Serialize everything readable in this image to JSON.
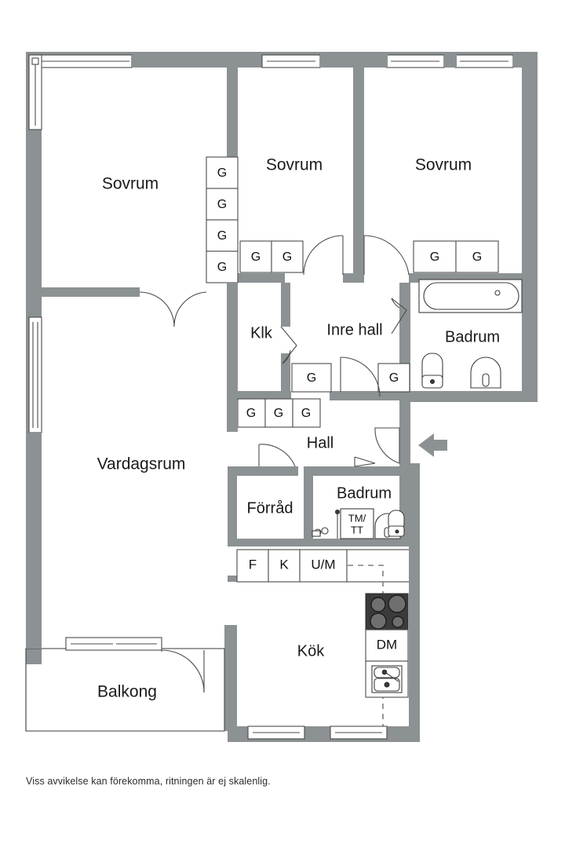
{
  "document": {
    "type": "apartment-floor-plan",
    "language": "sv",
    "footer_note": "Viss avvikelse kan förekomma, ritningen är ej skalenlig."
  },
  "colors": {
    "wall": "#8c9193",
    "outline": "#4b4b4b",
    "text": "#1a1a1a",
    "background": "#ffffff",
    "entrance_arrow": "#8c9193",
    "stove": "#3b3b3b"
  },
  "rooms": [
    {
      "id": "sovrum-1",
      "label": "Sovrum"
    },
    {
      "id": "sovrum-2",
      "label": "Sovrum"
    },
    {
      "id": "sovrum-3",
      "label": "Sovrum"
    },
    {
      "id": "vardagsrum",
      "label": "Vardagsrum"
    },
    {
      "id": "klk",
      "label": "Klk"
    },
    {
      "id": "inre-hall",
      "label": "Inre hall"
    },
    {
      "id": "badrum-1",
      "label": "Badrum"
    },
    {
      "id": "hall",
      "label": "Hall"
    },
    {
      "id": "forrad",
      "label": "Förråd"
    },
    {
      "id": "badrum-2",
      "label": "Badrum"
    },
    {
      "id": "kok",
      "label": "Kök"
    },
    {
      "id": "balkong",
      "label": "Balkong"
    }
  ],
  "closets": {
    "letter": "G",
    "sovrum1_column": [
      "G",
      "G",
      "G",
      "G"
    ],
    "sovrum2_row": [
      "G",
      "G"
    ],
    "sovrum3_row": [
      "G",
      "G"
    ],
    "inre_hall_row": [
      "G",
      "G"
    ],
    "hall_row": [
      "G",
      "G",
      "G"
    ]
  },
  "appliances": {
    "fridge": "F",
    "freezer": "K",
    "oven_micro": "U/M",
    "dishwasher": "DM",
    "washer_dryer": "TM/\nTT",
    "washer_dryer_line1": "TM/",
    "washer_dryer_line2": "TT"
  },
  "markers": {
    "entrance": "entrance-arrow"
  }
}
